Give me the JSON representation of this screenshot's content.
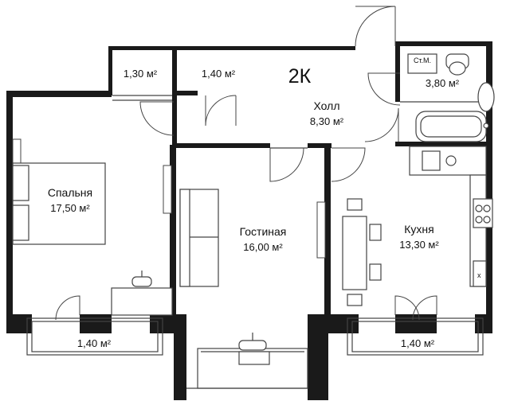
{
  "plan": {
    "type_label": "2К",
    "rooms": {
      "bedroom": {
        "name": "Спальня",
        "area": "17,50 м²"
      },
      "living": {
        "name": "Гостиная",
        "area": "16,00 м²"
      },
      "kitchen": {
        "name": "Кухня",
        "area": "13,30 м²"
      },
      "hall": {
        "name": "Холл",
        "area": "8,30 м²"
      },
      "bathroom": {
        "area": "3,80 м²"
      },
      "closet_1": {
        "area": "1,30 м²"
      },
      "closet_2": {
        "area": "1,40 м²"
      },
      "balcony_left": {
        "area": "1,40 м²"
      },
      "balcony_right": {
        "area": "1,40 м²"
      }
    },
    "fixtures": {
      "washer_label": "Ст.М."
    },
    "colors": {
      "wall": "#1a1a1a",
      "line": "#444444",
      "background": "#ffffff"
    }
  }
}
